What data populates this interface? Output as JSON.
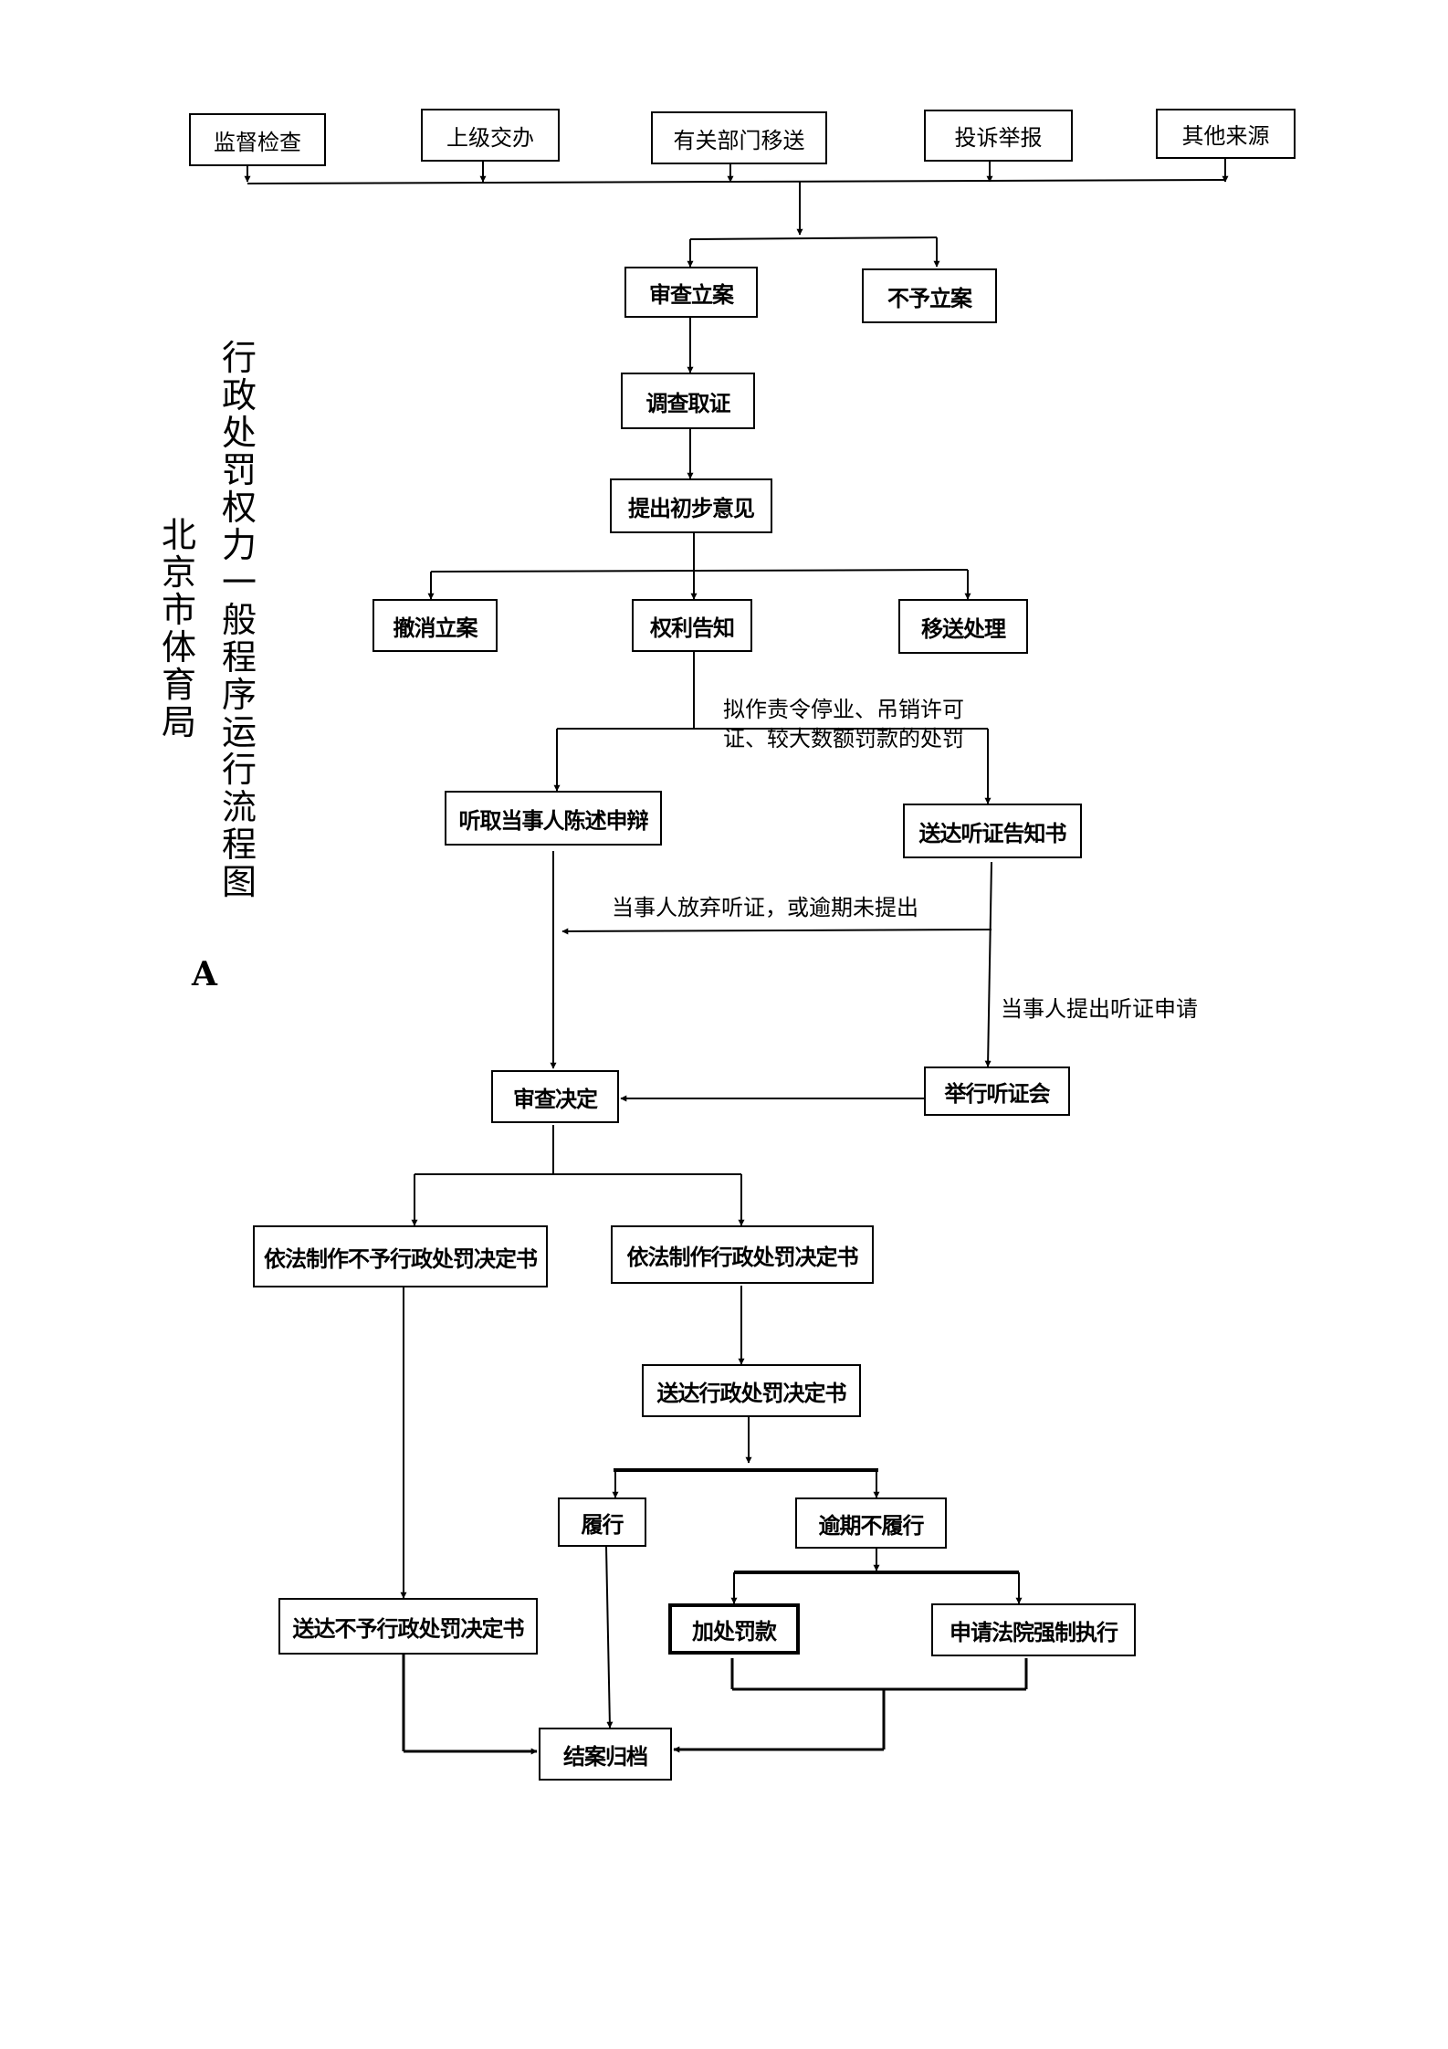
{
  "document": {
    "title": "行政处罚权力一般程序运行流程图",
    "department": "北京市体育局",
    "mark": "A"
  },
  "sources": [
    "监督检查",
    "上级交办",
    "有关部门移送",
    "投诉举报",
    "其他来源"
  ],
  "steps": {
    "review_filing": "审查立案",
    "no_filing": "不予立案",
    "investigate": "调查取证",
    "preliminary_opinion": "提出初步意见",
    "revoke_filing": "撤消立案",
    "rights_notice": "权利告知",
    "transfer": "移送处理",
    "hear_statement": "听取当事人陈述申辩",
    "hearing_notice": "送达听证告知书",
    "review_decision": "审查决定",
    "hold_hearing": "举行听证会",
    "no_penalty_decision": "依法制作不予行政处罚决定书",
    "penalty_decision": "依法制作行政处罚决定书",
    "deliver_penalty": "送达行政处罚决定书",
    "comply": "履行",
    "overdue": "逾期不履行",
    "extra_fine": "加处罚款",
    "court_enforce": "申请法院强制执行",
    "deliver_no_penalty": "送达不予行政处罚决定书",
    "close_archive": "结案归档"
  },
  "notes": {
    "major_penalty_1": "拟作责令停业、吊销许可",
    "major_penalty_2": "证、较大数额罚款的处罚",
    "waive_hearing": "当事人放弃听证，或逾期未提出",
    "apply_hearing": "当事人提出听证申请"
  }
}
